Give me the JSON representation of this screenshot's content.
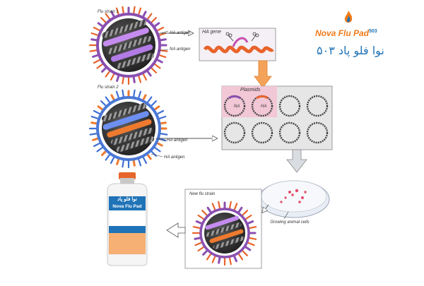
{
  "labels": {
    "flu_strain_1": "Flu strain 1",
    "flu_strain_2": "Flu strain 2",
    "ha_antigen_1a": "HA antigen",
    "ha_antigen_1b": "NA antigen",
    "ha_antigen_2a": "HA antigen",
    "ha_antigen_2b": "HA antigen",
    "ha_gene": "HA gene",
    "plasmids": "Plasmids",
    "plasmid_na": "NA",
    "plasmid_ha": "HA",
    "new_flu_strain": "New flu strain",
    "growing_cells": "Growing animal cells"
  },
  "brand": {
    "title": "Nova Flu Pad",
    "title_sup": "503",
    "subtitle": "نوا فلو پاد ۵۰۳"
  },
  "bottle": {
    "label_brand": "Nova Flu Pad",
    "label_fa": "نوا فلو پاد"
  },
  "colors": {
    "strain1_spike": "#e8632b",
    "strain1_ring": "#8a4fb0",
    "strain2_spike": "#3f6fd1",
    "strain2_core_band": "#ee7a2f",
    "orange_arrow": "#f4a25a",
    "pink_highlight": "#f2c7d6",
    "panel_bg": "#e6e6e6"
  }
}
